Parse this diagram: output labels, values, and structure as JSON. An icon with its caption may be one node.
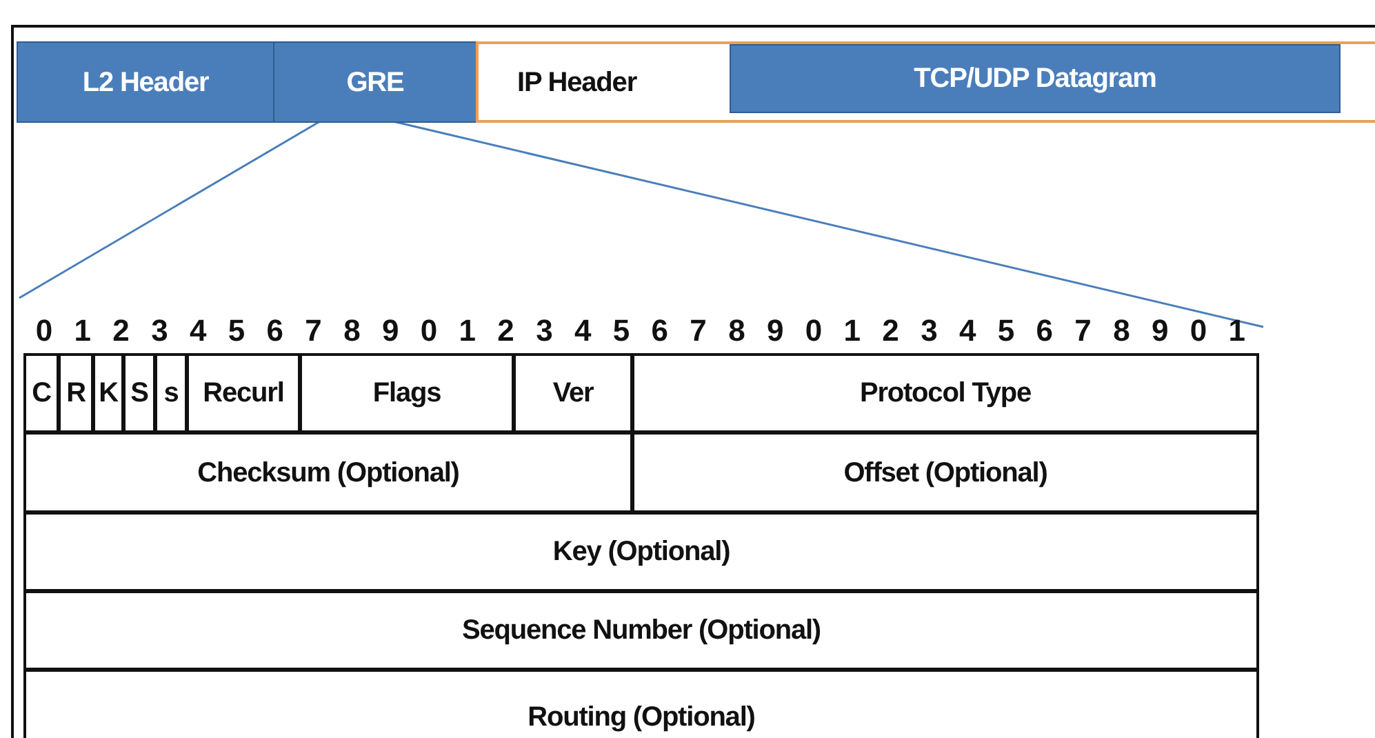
{
  "diagram": {
    "nodes": [
      {
        "text": [
          "L2 Header"
        ]
      },
      {
        "text": [
          "GRE"
        ]
      },
      {
        "text": [
          "IP Header"
        ]
      },
      {
        "text": [
          "TCP/UDP Datagram"
        ],
        "in": 2
      },
      {
        "text": [
          "C"
        ]
      },
      {
        "text": [
          "R"
        ]
      },
      {
        "text": [
          "K"
        ]
      },
      {
        "text": [
          "S"
        ]
      },
      {
        "text": [
          "s"
        ]
      },
      {
        "text": [
          "Recurl"
        ]
      },
      {
        "text": [
          "Flags"
        ]
      },
      {
        "text": [
          "Ver"
        ]
      },
      {
        "text": [
          "Protocol Type"
        ]
      },
      {
        "text": [
          "Checksum (Optional)"
        ]
      },
      {
        "text": [
          "Offset (Optional)"
        ]
      },
      {
        "text": [
          "Key (Optional)"
        ]
      },
      {
        "text": [
          "Sequence Number (Optional)"
        ]
      },
      {
        "text": [
          "Routing (Optional)"
        ]
      }
    ],
    "edges": [],
    "labels": [
      "0",
      "1",
      "2",
      "3",
      "4",
      "5",
      "6",
      "7",
      "8",
      "9",
      "0",
      "1",
      "2",
      "3",
      "4",
      "5",
      "6",
      "7",
      "8",
      "9",
      "0",
      "1",
      "2",
      "3",
      "4",
      "5",
      "6",
      "7",
      "8",
      "9",
      "0",
      "1"
    ]
  }
}
